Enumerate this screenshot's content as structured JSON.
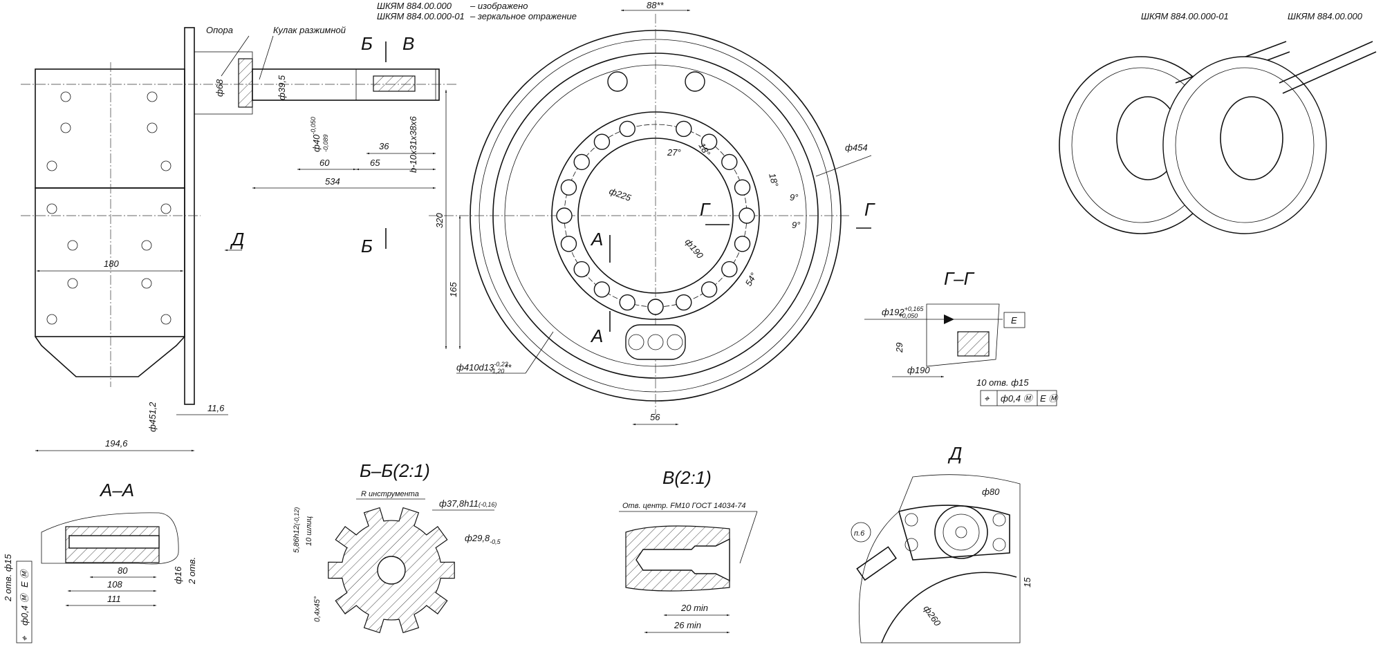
{
  "header": {
    "line1_code": "ШКЯМ 884.00.000",
    "line1_note": "– изображено",
    "line2_code": "ШКЯМ 884.00.000-01",
    "line2_note": "– зеркальное отражение"
  },
  "side_view": {
    "label_support": "Опора",
    "label_cam": "Кулак разжимной",
    "section_b_top": "Б",
    "section_b_bottom": "Б",
    "detail_v": "В",
    "view_d": "Д",
    "dims": {
      "d68": "ф68",
      "d39_5": "ф39,5",
      "d40": "ф40",
      "d40_tol_upper": "-0,050",
      "d40_tol_lower": "-0,089",
      "d36": "36",
      "d60": "60",
      "d65": "65",
      "d534": "534",
      "spline": "b-10x31x38x6",
      "d180": "180",
      "d451_2": "ф451,2",
      "d11_6": "11,6",
      "d194_6": "194,6"
    }
  },
  "front_view": {
    "dims": {
      "d88": "88**",
      "d320": "320",
      "d165": "165",
      "d454": "ф454",
      "d225": "ф225",
      "a27": "27°",
      "a18a": "18°",
      "a18b": "18°",
      "a9a": "9°",
      "a9b": "9°",
      "d190": "ф190",
      "a54": "54°",
      "d410": "ф410d13",
      "d410_tol_upper": "-0,23",
      "d410_tol_lower": "-1,20",
      "d410_suffix": "**",
      "d56": "56"
    },
    "section_g_left": "Г",
    "section_g_right": "Г",
    "section_a_top": "А",
    "section_a_bottom": "А"
  },
  "renders": {
    "left_label": "ШКЯМ 884.00.000-01",
    "right_label": "ШКЯМ 884.00.000"
  },
  "section_gg": {
    "title": "Г–Г",
    "d192": "ф192",
    "d192_tol_upper": "+0,165",
    "d192_tol_lower": "+0,050",
    "datum": "E",
    "d29": "29",
    "d190": "ф190",
    "holes": "10 отв. ф15",
    "frame": [
      "⌖",
      "ф0,4 Ⓜ",
      "E Ⓜ"
    ]
  },
  "section_aa": {
    "title": "А–А",
    "d80": "80",
    "d108": "108",
    "d111": "111",
    "d16": "ф16",
    "holes_right": "2 отв.",
    "holes_left": "2 отв. ф15",
    "frame": [
      "⌖",
      "ф0,4 Ⓜ",
      "E Ⓜ"
    ]
  },
  "section_bb": {
    "title": "Б–Б(2:1)",
    "r_tool": "R инструмента",
    "d37_8": "ф37,8h11",
    "d37_8_tol": "(-0,16)",
    "d29_8": "ф29,8",
    "d29_8_tol": "-0,5",
    "width": "5,86h12",
    "width_tol": "(-0,12)",
    "splines": "10 шлиц",
    "chamfer": "0,4x45°"
  },
  "detail_v": {
    "title": "В(2:1)",
    "note": "Отв. центр. FM10 ГОСТ 14034-74",
    "d20": "20 min",
    "d26": "26 min"
  },
  "view_d": {
    "title": "Д",
    "d80": "ф80",
    "d260": "ф260",
    "d15": "15",
    "callout": "п.6"
  }
}
